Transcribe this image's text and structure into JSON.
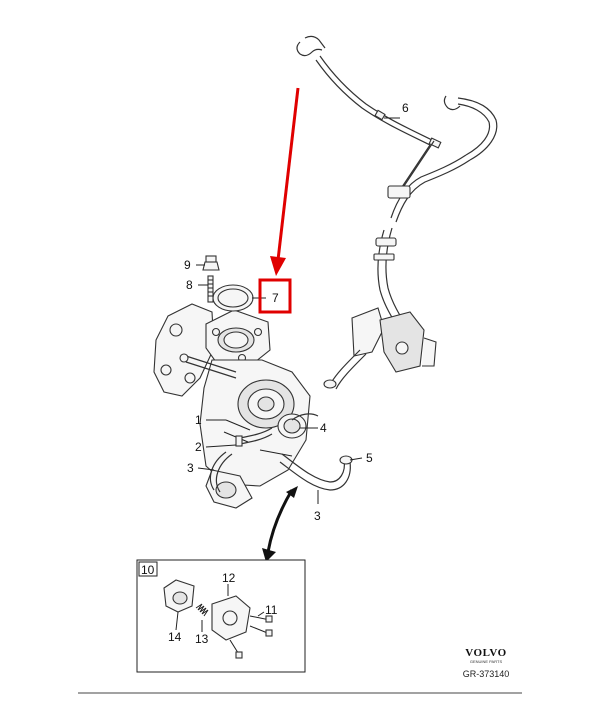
{
  "diagram": {
    "callouts": {
      "c1": "1",
      "c2": "2",
      "c3a": "3",
      "c3b": "3",
      "c4": "4",
      "c5": "5",
      "c6": "6",
      "c7": "7",
      "c8": "8",
      "c9": "9",
      "c10": "10",
      "c11": "11",
      "c12": "12",
      "c13": "13",
      "c14": "14"
    },
    "highlight_color": "#e00000",
    "brand": {
      "name": "VOLVO",
      "tagline": "GENUINE PARTS"
    },
    "reference": "GR-373140"
  }
}
